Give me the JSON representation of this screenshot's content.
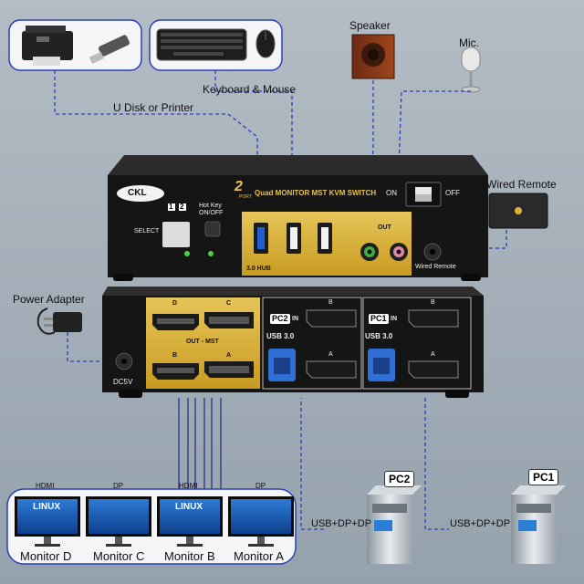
{
  "peripherals": {
    "udisk_printer": "U Disk or Printer",
    "keyboard_mouse": "Keyboard & Mouse",
    "speaker": "Speaker",
    "mic": "Mic.",
    "wired_remote": "Wired Remote",
    "power_adapter": "Power Adapter"
  },
  "front_panel": {
    "brand": "CKL",
    "port_count": "2",
    "port_word": "PORT",
    "model_title": "Quad MONITOR MST KVM SWITCH",
    "select_label": "SELECT",
    "port1": "1",
    "port2": "2",
    "hotkey_label": "Hot Key ON/OFF",
    "hub_label": "3.0 HUB",
    "out_label": "OUT",
    "on_label": "ON",
    "off_label": "OFF",
    "wired_remote_jack": "Wired Remote"
  },
  "rear_panel": {
    "dc_label": "DC5V",
    "port_d": "D",
    "port_c": "C",
    "port_b": "B",
    "port_a": "A",
    "out_mst": "OUT - MST",
    "pc2_badge": "PC2",
    "pc1_badge": "PC1",
    "in_label": "IN",
    "usb30": "USB 3.0",
    "pc2_b": "B",
    "pc2_a": "A",
    "pc1_b": "B",
    "pc1_a": "A"
  },
  "monitors": {
    "hdmi1": "HDMI",
    "dp1": "DP",
    "hdmi2": "HDMI",
    "dp2": "DP",
    "screen_text": "LINUX",
    "d": "Monitor D",
    "c": "Monitor C",
    "b": "Monitor B",
    "a": "Monitor A"
  },
  "computers": {
    "pc2": "PC2",
    "pc1": "PC1",
    "conn1": "USB+DP+DP",
    "conn2": "USB+DP+DP"
  },
  "colors": {
    "chassis": "#1b1b1b",
    "gold": "#d9b23a",
    "cable": "#2a3fb8",
    "background": "#a7b1bb"
  }
}
